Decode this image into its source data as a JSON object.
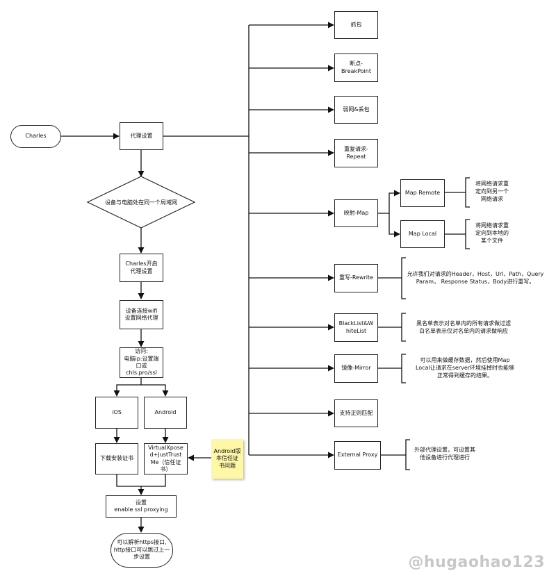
{
  "start": "Charles",
  "proxy_settings": "代理设置",
  "same_lan": "设备与电脑处在同一个局域网",
  "charles_proxy_on": "Charles开启\n代理设置",
  "device_wifi": "设备连接wifi\n设置网络代理",
  "visit": "访问:\n电脑ip:设置端\n口或\nchls.pro/ssl",
  "ios": "iOS",
  "android": "Android",
  "download_cert": "下载安装证书",
  "virtual_xposed": "VirtualXpose\nd+JustTrust\nMe（信任证\n书）",
  "android_note": "Android版\n本信任证\n书问题",
  "ssl_setting": "设置\nenable ssl proxying",
  "end": "可以解析https接口,\nhttp接口可以跳过上一\n步设置",
  "features": {
    "capture": "抓包",
    "breakpoint": "断点-\nBreakPoint",
    "weak_net": "弱网&丢包",
    "repeat": "重复请求-\nRepeat",
    "map": "映射-Map",
    "map_remote": "Map Remote",
    "map_remote_desc": "将网络请求重\n定向到另一个\n网络请求",
    "map_local": "Map Local",
    "map_local_desc": "将网络请求重\n定向到本地的\n某个文件",
    "rewrite": "重写-Rewrite",
    "rewrite_desc": "允许我们对请求的Header，Host，Url，Path，Query\nParam， Response Status，Body进行重写。",
    "blacklist": "BlackList&W\nhiteList",
    "blacklist_desc": "黑名单表示对名单内的所有请求做过滤\n白名单表示仅对名单内的请求做响应",
    "mirror": "镜像-Mirror",
    "mirror_desc": "可以用来做缓存数据，然后使用Map\nLocal让请求在server环境挂掉时也能够\n正常得到缓存的结果。",
    "regex": "支持正则匹配",
    "external_proxy": "External Proxy",
    "external_proxy_desc": "外部代理设置，可设置其\n他设备进行代理进行"
  },
  "watermark": "@hugaohao123"
}
